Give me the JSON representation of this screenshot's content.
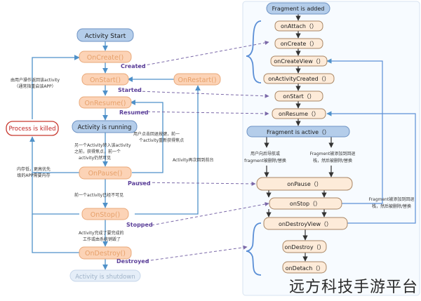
{
  "activity": {
    "start": "Activity Start",
    "on_create": "OnCreate()",
    "on_start": "OnStart()",
    "on_restart": "OnRestart()",
    "on_resume": "OnResume()",
    "running": "Activity is running",
    "on_pause": "OnPause()",
    "on_stop": "OnStop()",
    "on_destroy": "OnDestroy()",
    "shutdown": "Activity is shutdown",
    "killed": "Process is killed"
  },
  "states": {
    "created": "Created",
    "started": "Started",
    "resumed": "Resumed",
    "paused": "Paused",
    "stopped": "Stopped",
    "destroyed": "Destroyed"
  },
  "fragment": {
    "added": "Fragment is added",
    "on_attach": "onAttach（）",
    "on_create": "onCreate（）",
    "on_create_view": "onCreateView（）",
    "on_activity_created": "onActivityCreated（）",
    "on_start": "onStart（）",
    "on_resume": "onResume（）",
    "active": "Fragment is active（）",
    "on_pause": "onPause（）",
    "on_stop": "onStop（）",
    "on_destroy_view": "onDestroyView（）",
    "on_destroy": "onDestroy（）",
    "on_detach": "onDetach（）"
  },
  "notes": {
    "user_return_1": "由用户操作返回该activity",
    "user_return_2": "（通常指重启该APP）",
    "back_1": "用户点击回退按键，前一",
    "back_2": "个activity重新获得焦点",
    "enter_1": "另一个Activity转入该activity",
    "enter_2": "之前，获得焦点，前一个",
    "enter_3": "activity仍然可见",
    "lowmem_1": "内存低，更高优先",
    "lowmem_2": "级的APP需要内存",
    "invisible": "前一个activity已经不可见",
    "back_to_front": "Activity再次回到前台",
    "finished_1": "Activity完成了要完成的",
    "finished_2": "工作或由系统销毁了",
    "user_back_1": "用户向后导航或",
    "user_back_2": "fragment被删除/替换",
    "backstack_1": "Fragment被添加到回退",
    "backstack_2": "栈，然后被删除/替换",
    "backstack2_1": "Fragment被添加到回退",
    "backstack2_2": "栈，然后被删除/替换"
  },
  "watermark": "远方科技手游平台",
  "colors": {
    "blue_fill": "#b4cdea",
    "blue_stroke": "#6e93c4",
    "orange_fill": "#fcd3b6",
    "orange_stroke": "#e9a97a",
    "orange_text": "#e6a06a",
    "state_text": "#5b3f99",
    "arrow": "#4f91c9",
    "dash": "#7a68a8",
    "killed_stroke": "#c8392f",
    "killed_text": "#c01e1e",
    "fragment_fill": "#fdebd9",
    "fragment_stroke": "#a98664",
    "fragment_blue": "#5b8fd6"
  }
}
